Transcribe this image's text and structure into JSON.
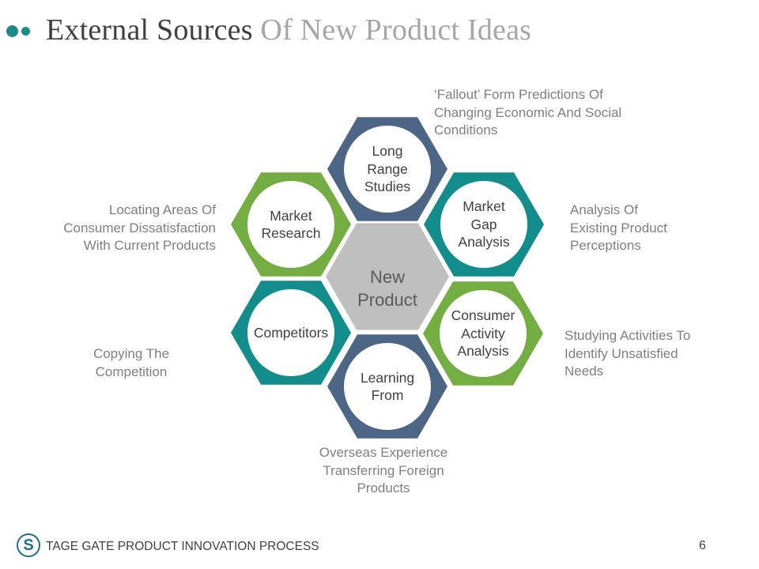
{
  "title": {
    "part1": "External Sources",
    "part2": " Of New Product Ideas"
  },
  "colors": {
    "blue_slate": "#4e6686",
    "teal": "#138c8c",
    "green": "#74ad42",
    "center_gray": "#bfbfbf",
    "title_dots": "#1f8a8a"
  },
  "diagram": {
    "center": {
      "label": "New\nProduct"
    },
    "hexagons": [
      {
        "key": "long_range",
        "label": "Long\nRange\nStudies",
        "color": "blue_slate"
      },
      {
        "key": "market_gap",
        "label": "Market\nGap\nAnalysis",
        "color": "teal"
      },
      {
        "key": "consumer_activity",
        "label": "Consumer\nActivity\nAnalysis",
        "color": "green"
      },
      {
        "key": "learning_from",
        "label": "Learning\nFrom",
        "color": "blue_slate"
      },
      {
        "key": "competitors",
        "label": "Competitors",
        "color": "teal"
      },
      {
        "key": "market_research",
        "label": "Market\nResearch",
        "color": "green"
      }
    ],
    "descriptions": {
      "long_range": "‘Fallout’ Form Predictions Of\nChanging Economic And Social\nConditions",
      "market_gap": "Analysis Of\nExisting Product\nPerceptions",
      "consumer_activity": "Studying Activities To\nIdentify Unsatisfied\nNeeds",
      "learning_from": "Overseas Experience\nTransferring Foreign\nProducts",
      "competitors": "Copying The\nCompetition",
      "market_research": "Locating Areas Of\nConsumer Dissatisfaction\nWith Current Products"
    }
  },
  "footer": {
    "logo_letter": "S",
    "text": "TAGE GATE PRODUCT INNOVATION PROCESS",
    "page_number": "6"
  }
}
